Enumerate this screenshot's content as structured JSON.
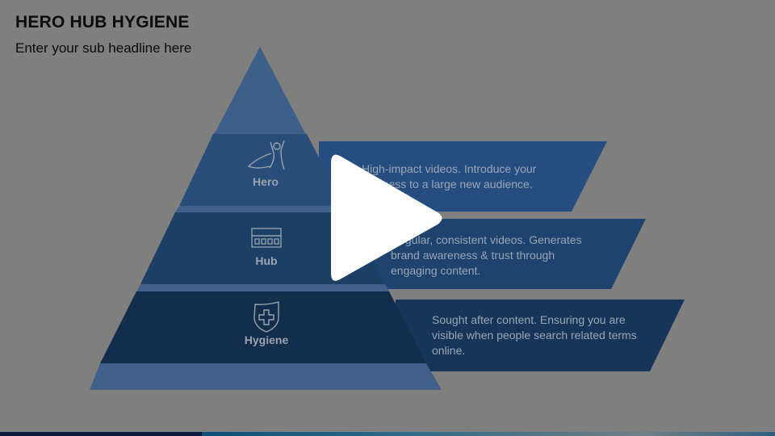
{
  "slide": {
    "title": "HERO HUB HYGIENE",
    "subtitle": "Enter your sub headline here"
  },
  "levels": [
    {
      "label": "Hero",
      "icon": "superhero-icon",
      "description": "High-impact videos. Introduce your business to a large new audience.",
      "color": "#254d80"
    },
    {
      "label": "Hub",
      "icon": "network-switch-icon",
      "description": "Regular, consistent videos. Generates brand awareness & trust through engaging content.",
      "color": "#1d436e"
    },
    {
      "label": "Hygiene",
      "icon": "shield-plus-icon",
      "description": "Sought after content. Ensuring you are visible when people search related terms online.",
      "color": "#173558"
    }
  ],
  "player": {
    "icon": "play-icon"
  }
}
